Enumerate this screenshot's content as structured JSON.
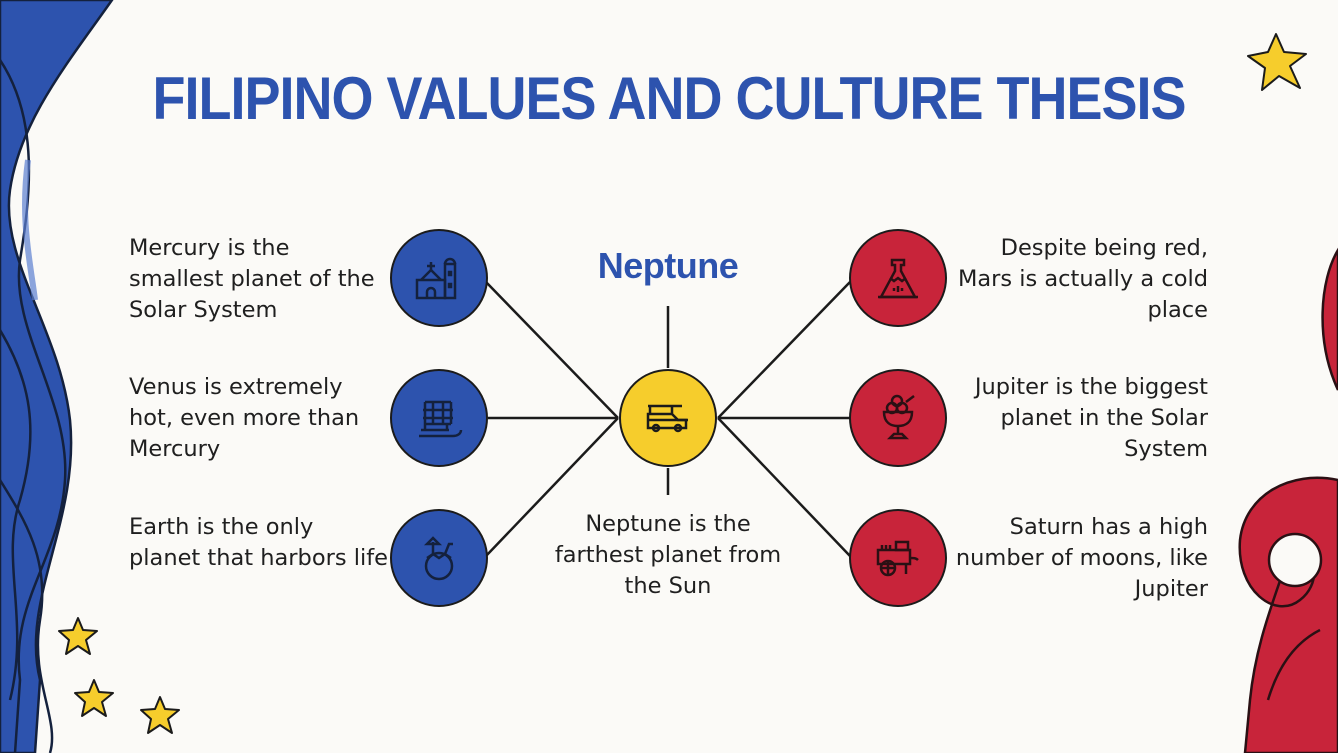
{
  "slide": {
    "title": "FILIPINO VALUES AND CULTURE THESIS",
    "colors": {
      "blue": "#2d53ae",
      "red": "#c8243a",
      "yellow": "#f6cd2c",
      "background": "#fbfaf7",
      "line": "#1b1b1b"
    }
  },
  "center": {
    "label": "Neptune",
    "icon": "jeepney-icon",
    "description": "Neptune is the farthest planet from the Sun"
  },
  "left_items": [
    {
      "icon": "church-icon",
      "text": "Mercury is the smallest planet of the Solar System"
    },
    {
      "icon": "boat-icon",
      "text": "Venus is extremely hot, even more than Mercury"
    },
    {
      "icon": "coconut-drink-icon",
      "text": "Earth is the only planet that harbors life"
    }
  ],
  "right_items": [
    {
      "icon": "volcano-icon",
      "text": "Despite being red, Mars is actually a cold place"
    },
    {
      "icon": "ice-cream-sundae-icon",
      "text": "Jupiter is the biggest planet in the Solar System"
    },
    {
      "icon": "food-cart-icon",
      "text": "Saturn has a high number of moons, like Jupiter"
    }
  ],
  "decorations": [
    "blue-ribbon-left",
    "red-ribbon-right",
    "star-top-right",
    "stars-bottom-left"
  ]
}
